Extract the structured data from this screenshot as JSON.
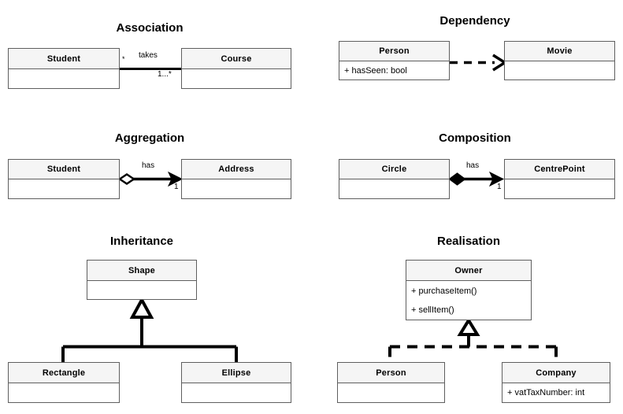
{
  "page": {
    "background": "#ffffff",
    "box_fill": "#ffffff",
    "header_fill": "#f5f5f5",
    "border_color": "#5f5f5f",
    "line_color": "#000000"
  },
  "sections": {
    "association": {
      "title": "Association",
      "relationship": "association",
      "source": {
        "name": "Student",
        "members": []
      },
      "target": {
        "name": "Course",
        "members": []
      },
      "edge": {
        "label": "takes",
        "source_multiplicity": "*",
        "target_multiplicity": "1...*",
        "style": "solid",
        "source_decoration": "none",
        "target_decoration": "none"
      }
    },
    "dependency": {
      "title": "Dependency",
      "relationship": "dependency",
      "source": {
        "name": "Person",
        "members": [
          "+ hasSeen: bool"
        ]
      },
      "target": {
        "name": "Movie",
        "members": []
      },
      "edge": {
        "label": "",
        "source_multiplicity": "",
        "target_multiplicity": "",
        "style": "dashed",
        "source_decoration": "none",
        "target_decoration": "open-arrow"
      }
    },
    "aggregation": {
      "title": "Aggregation",
      "relationship": "aggregation",
      "source": {
        "name": "Student",
        "members": []
      },
      "target": {
        "name": "Address",
        "members": []
      },
      "edge": {
        "label": "has",
        "source_multiplicity": "",
        "target_multiplicity": "1",
        "style": "solid",
        "source_decoration": "hollow-diamond",
        "target_decoration": "filled-arrow"
      }
    },
    "composition": {
      "title": "Composition",
      "relationship": "composition",
      "source": {
        "name": "Circle",
        "members": []
      },
      "target": {
        "name": "CentrePoint",
        "members": []
      },
      "edge": {
        "label": "has",
        "source_multiplicity": "",
        "target_multiplicity": "1",
        "style": "solid",
        "source_decoration": "filled-diamond",
        "target_decoration": "filled-arrow"
      }
    },
    "inheritance": {
      "title": "Inheritance",
      "relationship": "inheritance",
      "parent": {
        "name": "Shape",
        "members": []
      },
      "children": [
        {
          "name": "Rectangle",
          "members": []
        },
        {
          "name": "Ellipse",
          "members": []
        }
      ],
      "edge": {
        "style": "solid",
        "target_decoration": "hollow-triangle"
      }
    },
    "realisation": {
      "title": "Realisation",
      "relationship": "realisation",
      "parent": {
        "name": "Owner",
        "members": [
          "+ purchaseItem()",
          "+ sellItem()"
        ]
      },
      "children": [
        {
          "name": "Person",
          "members": []
        },
        {
          "name": "Company",
          "members": [
            "+ vatTaxNumber: int"
          ]
        }
      ],
      "edge": {
        "style": "dashed",
        "target_decoration": "hollow-triangle"
      }
    }
  }
}
